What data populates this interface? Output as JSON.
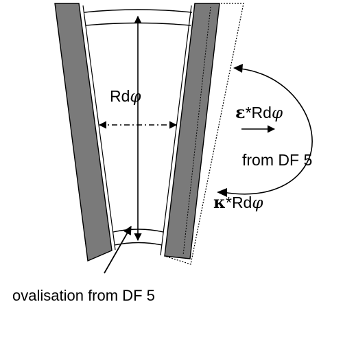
{
  "labels": {
    "rdphi_center": {
      "prefix": "Rd",
      "greek": "φ"
    },
    "epsilon_term": {
      "symbol": "ε",
      "mid": "*Rd",
      "greek": "φ"
    },
    "kappa_term": {
      "symbol": "κ",
      "mid": "*Rd",
      "greek": "φ"
    },
    "from_df5": "from DF 5",
    "ovalisation": "ovalisation from DF 5"
  },
  "colors": {
    "wall_fill": "#7a7a7a",
    "displaced_wall_fill": "#ffffff",
    "stroke": "#000000",
    "background": "#ffffff"
  }
}
